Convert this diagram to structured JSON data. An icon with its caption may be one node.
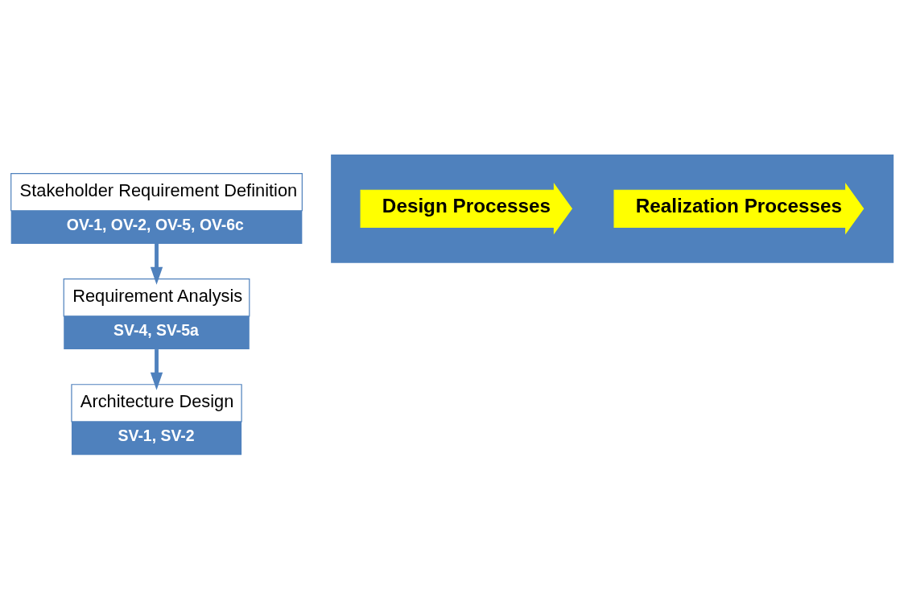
{
  "diagram": {
    "nodes": [
      {
        "text": [
          "Stakeholder Requirement Definition",
          "OV-1, OV-2, OV-5, OV-6c"
        ]
      },
      {
        "text": [
          "Requirement Analysis",
          "SV-4, SV-5a"
        ]
      },
      {
        "text": [
          "Architecture Design",
          "SV-1, SV-2"
        ]
      },
      {
        "text": [],
        "shape": "band"
      },
      {
        "text": [
          "Design Processes"
        ],
        "in": 3
      },
      {
        "text": [
          "Realization Processes"
        ],
        "in": 3
      }
    ],
    "edges": [
      {
        "from": 0,
        "to": 1,
        "arrow": "to"
      },
      {
        "from": 1,
        "to": 2,
        "arrow": "to"
      }
    ]
  }
}
